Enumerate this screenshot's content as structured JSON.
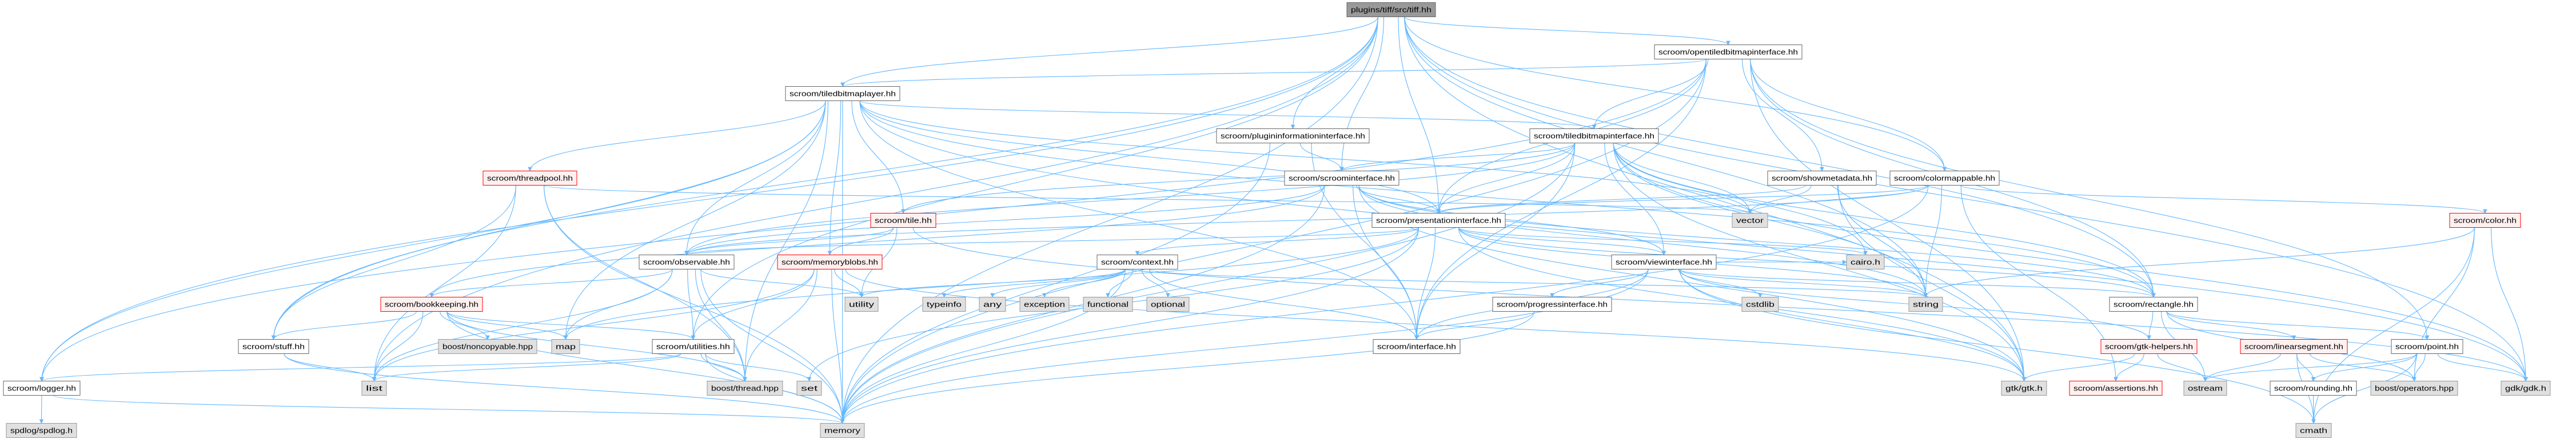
{
  "colors": {
    "edge": "#63b8ff",
    "root_fill": "#999999",
    "external_fill": "#e0e0e0",
    "incomplete_border": "#ff0000"
  },
  "nodes": {
    "tiff": {
      "label": "plugins/tiff/src/tiff.hh",
      "kind": "root"
    },
    "opentiled": {
      "label": "scroom/opentiledbitmapinterface.hh",
      "kind": "normal"
    },
    "tiledlayer": {
      "label": "scroom/tiledbitmaplayer.hh",
      "kind": "normal"
    },
    "plugininfo": {
      "label": "scroom/plugininformationinterface.hh",
      "kind": "normal"
    },
    "tiledif": {
      "label": "scroom/tiledbitmapinterface.hh",
      "kind": "normal"
    },
    "threadpool": {
      "label": "scroom/threadpool.hh",
      "kind": "red"
    },
    "scroomif": {
      "label": "scroom/scroominterface.hh",
      "kind": "normal"
    },
    "showmeta": {
      "label": "scroom/showmetadata.hh",
      "kind": "normal"
    },
    "colormap": {
      "label": "scroom/colormappable.hh",
      "kind": "normal"
    },
    "tile": {
      "label": "scroom/tile.hh",
      "kind": "red"
    },
    "presif": {
      "label": "scroom/presentationinterface.hh",
      "kind": "normal"
    },
    "vector": {
      "label": "vector",
      "kind": "ext"
    },
    "color": {
      "label": "scroom/color.hh",
      "kind": "red"
    },
    "observable": {
      "label": "scroom/observable.hh",
      "kind": "normal"
    },
    "memblobs": {
      "label": "scroom/memoryblobs.hh",
      "kind": "red"
    },
    "context": {
      "label": "scroom/context.hh",
      "kind": "normal"
    },
    "viewif": {
      "label": "scroom/viewinterface.hh",
      "kind": "normal"
    },
    "cairo": {
      "label": "cairo.h",
      "kind": "ext"
    },
    "bookkeeping": {
      "label": "scroom/bookkeeping.hh",
      "kind": "red"
    },
    "utility": {
      "label": "utility",
      "kind": "ext"
    },
    "typeinfo": {
      "label": "typeinfo",
      "kind": "ext"
    },
    "any": {
      "label": "any",
      "kind": "ext"
    },
    "exception": {
      "label": "exception",
      "kind": "ext"
    },
    "functional": {
      "label": "functional",
      "kind": "ext"
    },
    "optional": {
      "label": "optional",
      "kind": "ext"
    },
    "progressif": {
      "label": "scroom/progressinterface.hh",
      "kind": "normal"
    },
    "cstdlib": {
      "label": "cstdlib",
      "kind": "ext"
    },
    "string": {
      "label": "string",
      "kind": "ext"
    },
    "rectangle": {
      "label": "scroom/rectangle.hh",
      "kind": "normal"
    },
    "stuff": {
      "label": "scroom/stuff.hh",
      "kind": "normal"
    },
    "noncopyable": {
      "label": "boost/noncopyable.hpp",
      "kind": "ext"
    },
    "map": {
      "label": "map",
      "kind": "ext"
    },
    "utilities": {
      "label": "scroom/utilities.hh",
      "kind": "normal"
    },
    "interface": {
      "label": "scroom/interface.hh",
      "kind": "normal"
    },
    "gtkhelpers": {
      "label": "scroom/gtk-helpers.hh",
      "kind": "red"
    },
    "linearseg": {
      "label": "scroom/linearsegment.hh",
      "kind": "red"
    },
    "point": {
      "label": "scroom/point.hh",
      "kind": "normal"
    },
    "logger": {
      "label": "scroom/logger.hh",
      "kind": "normal"
    },
    "list": {
      "label": "list",
      "kind": "ext"
    },
    "boostthread": {
      "label": "boost/thread.hpp",
      "kind": "ext"
    },
    "set": {
      "label": "set",
      "kind": "ext"
    },
    "gtk": {
      "label": "gtk/gtk.h",
      "kind": "ext"
    },
    "assertions": {
      "label": "scroom/assertions.hh",
      "kind": "red"
    },
    "ostream": {
      "label": "ostream",
      "kind": "ext"
    },
    "rounding": {
      "label": "scroom/rounding.hh",
      "kind": "normal"
    },
    "operators": {
      "label": "boost/operators.hpp",
      "kind": "ext"
    },
    "gdk": {
      "label": "gdk/gdk.h",
      "kind": "ext"
    },
    "spdlog": {
      "label": "spdlog/spdlog.h",
      "kind": "ext"
    },
    "memory": {
      "label": "memory",
      "kind": "ext"
    },
    "cmath": {
      "label": "cmath",
      "kind": "ext"
    }
  },
  "edges": [
    [
      "tiff",
      "opentiled"
    ],
    [
      "tiff",
      "tiledlayer"
    ],
    [
      "tiff",
      "plugininfo"
    ],
    [
      "tiff",
      "scroomif"
    ],
    [
      "tiff",
      "presif"
    ],
    [
      "tiff",
      "colormap"
    ],
    [
      "tiff",
      "string"
    ],
    [
      "tiff",
      "gtk"
    ],
    [
      "tiff",
      "logger"
    ],
    [
      "tiff",
      "memory"
    ],
    [
      "tiff",
      "rectangle"
    ],
    [
      "tiff",
      "list"
    ],
    [
      "tiff",
      "utilities"
    ],
    [
      "tiff",
      "stuff"
    ],
    [
      "tiff",
      "gdk"
    ],
    [
      "opentiled",
      "tiledlayer"
    ],
    [
      "opentiled",
      "tiledif"
    ],
    [
      "opentiled",
      "showmeta"
    ],
    [
      "opentiled",
      "colormap"
    ],
    [
      "opentiled",
      "interface"
    ],
    [
      "opentiled",
      "presif"
    ],
    [
      "opentiled",
      "rectangle"
    ],
    [
      "opentiled",
      "gtk"
    ],
    [
      "opentiled",
      "logger"
    ],
    [
      "opentiled",
      "memory"
    ],
    [
      "opentiled",
      "point"
    ],
    [
      "tiledlayer",
      "tiledif"
    ],
    [
      "tiledlayer",
      "threadpool"
    ],
    [
      "tiledlayer",
      "tile"
    ],
    [
      "tiledlayer",
      "observable"
    ],
    [
      "tiledlayer",
      "memblobs"
    ],
    [
      "tiledlayer",
      "boostthread"
    ],
    [
      "tiledlayer",
      "stuff"
    ],
    [
      "tiledlayer",
      "map"
    ],
    [
      "tiledlayer",
      "memory"
    ],
    [
      "tiledlayer",
      "presif"
    ],
    [
      "tiledlayer",
      "interface"
    ],
    [
      "tiledlayer",
      "logger"
    ],
    [
      "tiledlayer",
      "vector"
    ],
    [
      "tiledlayer",
      "rectangle"
    ],
    [
      "tiledlayer",
      "gdk"
    ],
    [
      "plugininfo",
      "scroomif"
    ],
    [
      "plugininfo",
      "interface"
    ],
    [
      "plugininfo",
      "memory"
    ],
    [
      "tiledif",
      "scroomif"
    ],
    [
      "tiledif",
      "presif"
    ],
    [
      "tiledif",
      "viewif"
    ],
    [
      "tiledif",
      "interface"
    ],
    [
      "tiledif",
      "vector"
    ],
    [
      "tiledif",
      "cairo"
    ],
    [
      "tiledif",
      "rectangle"
    ],
    [
      "tiledif",
      "tile"
    ],
    [
      "tiledif",
      "string"
    ],
    [
      "tiledif",
      "gtk"
    ],
    [
      "tiledif",
      "memory"
    ],
    [
      "tiledif",
      "gdk"
    ],
    [
      "tiledif",
      "observable"
    ],
    [
      "threadpool",
      "boostthread"
    ],
    [
      "threadpool",
      "list"
    ],
    [
      "threadpool",
      "memory"
    ],
    [
      "threadpool",
      "stuff"
    ],
    [
      "threadpool",
      "vector"
    ],
    [
      "scroomif",
      "presif"
    ],
    [
      "scroomif",
      "viewif"
    ],
    [
      "scroomif",
      "interface"
    ],
    [
      "scroomif",
      "string"
    ],
    [
      "scroomif",
      "memory"
    ],
    [
      "scroomif",
      "observable"
    ],
    [
      "scroomif",
      "bookkeeping"
    ],
    [
      "scroomif",
      "gtk"
    ],
    [
      "scroomif",
      "rectangle"
    ],
    [
      "showmeta",
      "vector"
    ],
    [
      "showmeta",
      "string"
    ],
    [
      "showmeta",
      "presif"
    ],
    [
      "showmeta",
      "gtk"
    ],
    [
      "colormap",
      "color"
    ],
    [
      "colormap",
      "presif"
    ],
    [
      "colormap",
      "observable"
    ],
    [
      "colormap",
      "string"
    ],
    [
      "colormap",
      "assertions"
    ],
    [
      "colormap",
      "memory"
    ],
    [
      "colormap",
      "vector"
    ],
    [
      "tile",
      "memblobs"
    ],
    [
      "tile",
      "utility"
    ],
    [
      "tile",
      "observable"
    ],
    [
      "tile",
      "gdk"
    ],
    [
      "presif",
      "observable"
    ],
    [
      "presif",
      "context"
    ],
    [
      "presif",
      "viewif"
    ],
    [
      "presif",
      "rectangle"
    ],
    [
      "presif",
      "cairo"
    ],
    [
      "presif",
      "string"
    ],
    [
      "presif",
      "interface"
    ],
    [
      "presif",
      "memory"
    ],
    [
      "presif",
      "set"
    ],
    [
      "presif",
      "gtk"
    ],
    [
      "presif",
      "map"
    ],
    [
      "color",
      "cmath"
    ],
    [
      "color",
      "gdk"
    ],
    [
      "color",
      "operators"
    ],
    [
      "color",
      "string"
    ],
    [
      "observable",
      "bookkeeping"
    ],
    [
      "observable",
      "utilities"
    ],
    [
      "observable",
      "boostthread"
    ],
    [
      "observable",
      "memory"
    ],
    [
      "observable",
      "utility"
    ],
    [
      "observable",
      "list"
    ],
    [
      "observable",
      "map"
    ],
    [
      "memblobs",
      "utilities"
    ],
    [
      "memblobs",
      "utility"
    ],
    [
      "memblobs",
      "boostthread"
    ],
    [
      "memblobs",
      "memory"
    ],
    [
      "memblobs",
      "list"
    ],
    [
      "memblobs",
      "gtk"
    ],
    [
      "context",
      "typeinfo"
    ],
    [
      "context",
      "any"
    ],
    [
      "context",
      "exception"
    ],
    [
      "context",
      "functional"
    ],
    [
      "context",
      "optional"
    ],
    [
      "context",
      "utility"
    ],
    [
      "context",
      "memory"
    ],
    [
      "context",
      "interface"
    ],
    [
      "context",
      "string"
    ],
    [
      "viewif",
      "progressif"
    ],
    [
      "viewif",
      "interface"
    ],
    [
      "viewif",
      "cstdlib"
    ],
    [
      "viewif",
      "rectangle"
    ],
    [
      "viewif",
      "gtkhelpers"
    ],
    [
      "viewif",
      "gtk"
    ],
    [
      "viewif",
      "cairo"
    ],
    [
      "viewif",
      "string"
    ],
    [
      "viewif",
      "memory"
    ],
    [
      "viewif",
      "cmath"
    ],
    [
      "bookkeeping",
      "stuff"
    ],
    [
      "bookkeeping",
      "noncopyable"
    ],
    [
      "bookkeeping",
      "map"
    ],
    [
      "bookkeeping",
      "list"
    ],
    [
      "bookkeeping",
      "memory"
    ],
    [
      "bookkeeping",
      "boostthread"
    ],
    [
      "bookkeeping",
      "utilities"
    ],
    [
      "progressif",
      "interface"
    ],
    [
      "progressif",
      "memory"
    ],
    [
      "rectangle",
      "gtkhelpers"
    ],
    [
      "rectangle",
      "linearseg"
    ],
    [
      "rectangle",
      "point"
    ],
    [
      "rectangle",
      "ostream"
    ],
    [
      "rectangle",
      "operators"
    ],
    [
      "stuff",
      "list"
    ],
    [
      "stuff",
      "memory"
    ],
    [
      "utilities",
      "boostthread"
    ],
    [
      "utilities",
      "set"
    ],
    [
      "utilities",
      "logger"
    ],
    [
      "utilities",
      "list"
    ],
    [
      "utilities",
      "memory"
    ],
    [
      "gtkhelpers",
      "gtk"
    ],
    [
      "gtkhelpers",
      "assertions"
    ],
    [
      "gtkhelpers",
      "ostream"
    ],
    [
      "linearseg",
      "ostream"
    ],
    [
      "linearseg",
      "rounding"
    ],
    [
      "linearseg",
      "operators"
    ],
    [
      "linearseg",
      "cmath"
    ],
    [
      "point",
      "ostream"
    ],
    [
      "point",
      "rounding"
    ],
    [
      "point",
      "operators"
    ],
    [
      "point",
      "gdk"
    ],
    [
      "point",
      "cmath"
    ],
    [
      "logger",
      "spdlog"
    ],
    [
      "logger",
      "memory"
    ],
    [
      "rounding",
      "cmath"
    ]
  ]
}
